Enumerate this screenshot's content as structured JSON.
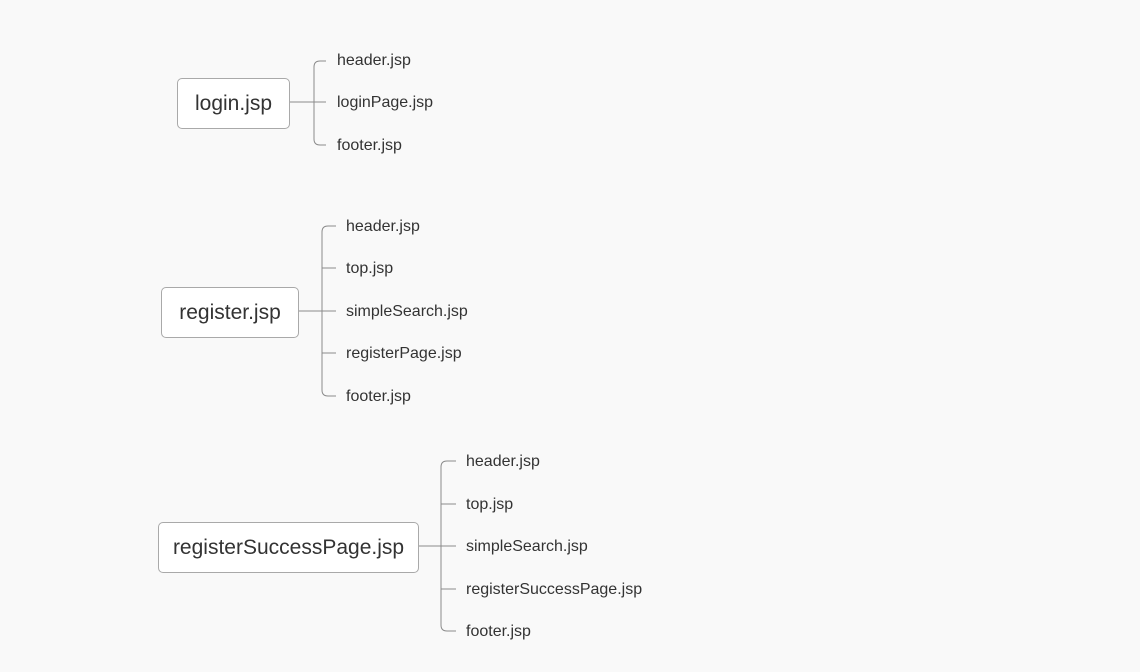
{
  "groups": [
    {
      "root": "login.jsp",
      "children": [
        "header.jsp",
        "loginPage.jsp",
        "footer.jsp"
      ]
    },
    {
      "root": "register.jsp",
      "children": [
        "header.jsp",
        "top.jsp",
        "simpleSearch.jsp",
        "registerPage.jsp",
        "footer.jsp"
      ]
    },
    {
      "root": "registerSuccessPage.jsp",
      "children": [
        "header.jsp",
        "top.jsp",
        "simpleSearch.jsp",
        "registerSuccessPage.jsp",
        "footer.jsp"
      ]
    }
  ],
  "colors": {
    "background": "#f9f9f9",
    "node_border": "#a9a9a9",
    "connector": "#8a8a8a",
    "text": "#333333"
  }
}
